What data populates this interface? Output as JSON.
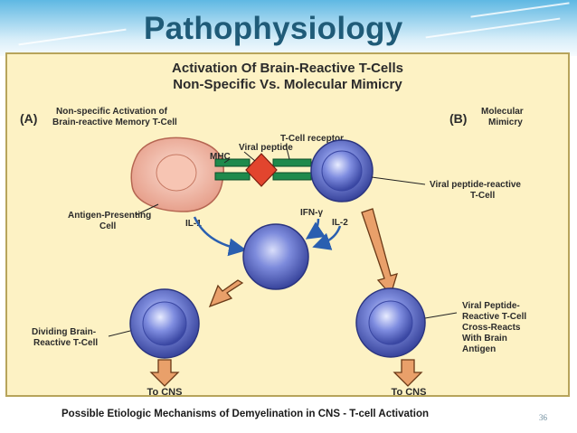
{
  "slide": {
    "title": "Pathophysiology",
    "caption": "Possible Etiologic Mechanisms of Demyelination in CNS - T-cell Activation",
    "page_number": "36"
  },
  "diagram": {
    "heading_line1": "Activation Of Brain-Reactive T-Cells",
    "heading_line2": "Non-Specific Vs. Molecular Mimicry",
    "section_a_marker": "(A)",
    "section_a_line1": "Non-specific Activation of",
    "section_a_line2": "Brain-reactive Memory T-Cell",
    "section_b_marker": "(B)",
    "section_b_line1": "Molecular",
    "section_b_line2": "Mimicry",
    "label_tcell_receptor": "T-Cell receptor",
    "label_viral_peptide": "Viral peptide",
    "label_mhc": "MHC",
    "label_apc_line1": "Antigen-Presenting",
    "label_apc_line2": "Cell",
    "label_il1": "IL-1",
    "label_ifn": "IFN-γ",
    "label_il2": "IL-2",
    "label_viral_tcell_line1": "Viral peptide-reactive",
    "label_viral_tcell_line2": "T-Cell",
    "label_dividing_line1": "Dividing Brain-",
    "label_dividing_line2": "Reactive T-Cell",
    "label_crossreact_line1": "Viral Peptide-",
    "label_crossreact_line2": "Reactive T-Cell",
    "label_crossreact_line3": "Cross-Reacts",
    "label_crossreact_line4": "With Brain",
    "label_crossreact_line5": "Antigen",
    "label_to_cns_left": "To CNS",
    "label_to_cns_right": "To CNS"
  },
  "colors": {
    "panel_background": "#fdf2c4",
    "cell_blue": "#4a59b8",
    "apc_pink": "#f2b7a5",
    "arrow_orange": "#e9a06a",
    "arrow_blue": "#2a5fb0",
    "peptide_red": "#e2452e",
    "receptor_green": "#1f8a4c"
  }
}
